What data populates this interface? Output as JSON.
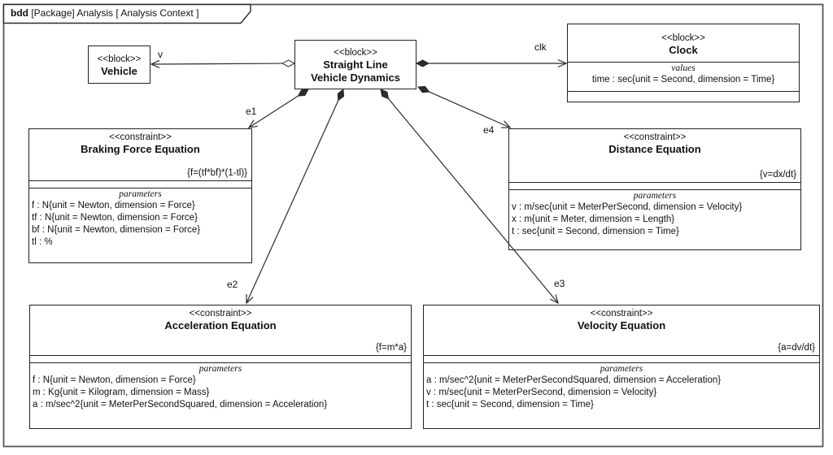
{
  "frame": {
    "kind_label": "bdd",
    "title_rest": " [Package] Analysis [ Analysis Context ]"
  },
  "blocks": {
    "vehicle": {
      "stereotype": "<<block>>",
      "name": "Vehicle"
    },
    "slvd": {
      "stereotype": "<<block>>",
      "name_line1": "Straight Line",
      "name_line2": "Vehicle Dynamics"
    },
    "clock": {
      "stereotype": "<<block>>",
      "name": "Clock",
      "values_header": "values",
      "values": [
        "time : sec{unit = Second, dimension = Time}"
      ]
    },
    "braking": {
      "stereotype": "<<constraint>>",
      "name": "Braking Force Equation",
      "constraint": "{f=(tf*bf)*(1-tl)}",
      "params_header": "parameters",
      "params": [
        "f : N{unit = Newton, dimension = Force}",
        "tf : N{unit = Newton, dimension = Force}",
        "bf : N{unit = Newton, dimension = Force}",
        "tl : %"
      ]
    },
    "distance": {
      "stereotype": "<<constraint>>",
      "name": "Distance Equation",
      "constraint": "{v=dx/dt}",
      "params_header": "parameters",
      "params": [
        "v : m/sec{unit = MeterPerSecond, dimension = Velocity}",
        "x : m{unit = Meter, dimension = Length}",
        "t : sec{unit = Second, dimension = Time}"
      ]
    },
    "acceleration": {
      "stereotype": "<<constraint>>",
      "name": "Acceleration Equation",
      "constraint": "{f=m*a}",
      "params_header": "parameters",
      "params": [
        "f : N{unit = Newton, dimension = Force}",
        "m : Kg{unit = Kilogram, dimension = Mass}",
        "a : m/sec^2{unit = MeterPerSecondSquared, dimension = Acceleration}"
      ]
    },
    "velocity": {
      "stereotype": "<<constraint>>",
      "name": "Velocity Equation",
      "constraint": "{a=dv/dt}",
      "params_header": "parameters",
      "params": [
        "a : m/sec^2{unit = MeterPerSecondSquared, dimension = Acceleration}",
        "v : m/sec{unit = MeterPerSecond, dimension = Velocity}",
        "t : sec{unit = Second, dimension = Time}"
      ]
    }
  },
  "connectors": {
    "v": {
      "label": "v"
    },
    "clk": {
      "label": "clk"
    },
    "e1": {
      "label": "e1"
    },
    "e2": {
      "label": "e2"
    },
    "e3": {
      "label": "e3"
    },
    "e4": {
      "label": "e4"
    }
  }
}
